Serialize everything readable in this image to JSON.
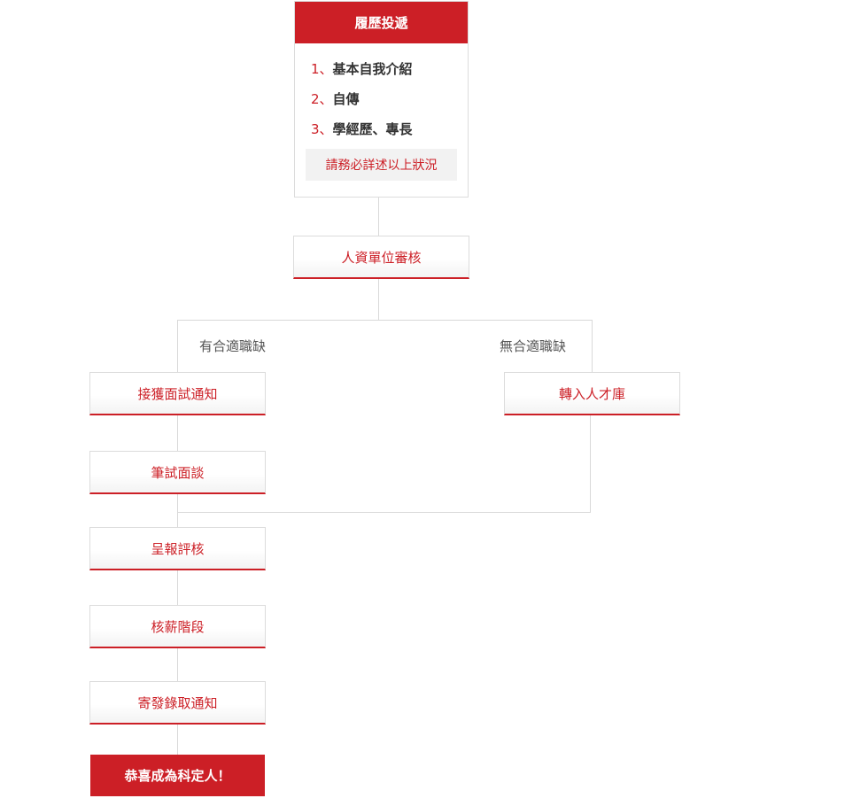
{
  "resume": {
    "title": "履歷投遞",
    "items": [
      {
        "num": "1、",
        "label": "基本自我介紹"
      },
      {
        "num": "2、",
        "label": "自傳"
      },
      {
        "num": "3、",
        "label": "學經歷、專長"
      }
    ],
    "note": "請務必詳述以上狀況"
  },
  "hr_review": "人資單位審核",
  "branch_yes": "有合適職缺",
  "branch_no": "無合適職缺",
  "steps": [
    "接獲面試通知",
    "筆試面談",
    "呈報評核",
    "核薪階段",
    "寄發錄取通知"
  ],
  "talent_pool": "轉入人才庫",
  "final": "恭喜成為科定人！",
  "colors": {
    "accent": "#cc1f26",
    "line": "#d9d9d9",
    "note_bg": "#f2f2f2"
  }
}
